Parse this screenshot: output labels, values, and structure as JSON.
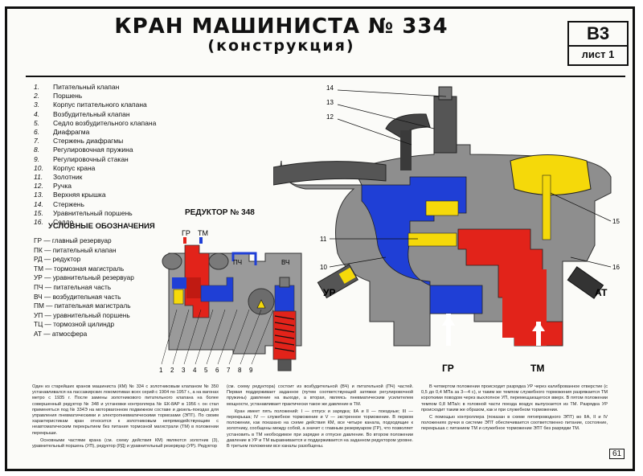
{
  "header": {
    "title": "КРАН МАШИНИСТА № 334",
    "subtitle": "(конструкция)",
    "code": "В3",
    "sheet": "лист 1"
  },
  "parts": [
    {
      "n": "1.",
      "label": "Питательный клапан"
    },
    {
      "n": "2.",
      "label": "Поршень"
    },
    {
      "n": "3.",
      "label": "Корпус питательного клапана"
    },
    {
      "n": "4.",
      "label": "Возбудительный клапан"
    },
    {
      "n": "5.",
      "label": "Седло возбудительного клапана"
    },
    {
      "n": "6.",
      "label": "Диафрагма"
    },
    {
      "n": "7.",
      "label": "Стержень диафрагмы"
    },
    {
      "n": "8.",
      "label": "Регулировочная пружина"
    },
    {
      "n": "9.",
      "label": "Регулировочный стакан"
    },
    {
      "n": "10.",
      "label": "Корпус крана"
    },
    {
      "n": "11.",
      "label": "Золотник"
    },
    {
      "n": "12.",
      "label": "Ручка"
    },
    {
      "n": "13.",
      "label": "Верхняя крышка"
    },
    {
      "n": "14.",
      "label": "Стержень"
    },
    {
      "n": "15.",
      "label": "Уравнительный поршень"
    },
    {
      "n": "16.",
      "label": "Седло"
    }
  ],
  "legend": {
    "title": "УСЛОВНЫЕ ОБОЗНАЧЕНИЯ",
    "items": [
      "ГР — главный резервуар",
      "ПК — питательный клапан",
      "РД — редуктор",
      "ТМ — тормозная магистраль",
      "УР — уравнительный резервуар",
      "ПЧ — питательная часть",
      "ВЧ — возбудительная часть",
      "ПМ — питательная магистраль",
      "УП — уравнительный поршень",
      "ТЦ — тормозной цилиндр",
      "АТ — атмосфера"
    ]
  },
  "reducer": {
    "title": "РЕДУКТОР № 348",
    "gr": "ГР",
    "tm": "ТМ",
    "pch": "ПЧ",
    "vch": "ВЧ",
    "callouts": [
      "1",
      "2",
      "3",
      "4",
      "5",
      "6",
      "7",
      "8",
      "9"
    ]
  },
  "main": {
    "callouts": [
      "14",
      "13",
      "12",
      "11",
      "10",
      "15",
      "16"
    ],
    "ur": "УР",
    "gr": "ГР",
    "tm": "ТМ",
    "at": "АТ"
  },
  "text": {
    "col1_p1": "Один из старейших кранов машиниста (КМ) № 334 с золотниковым клапаном № 350 устанавливался на пассажирских локомотивах всех серий с 1904 по 1957 г., а на вагонах метро с 1935 г. После замены золотникового питательного клапана на более совершенный редуктор № 348 и установки контроллера № ЕК-8АР в 1956 г. он стал применяться под № 334Э на моторвагонном подвижном составе и дизель-поездах для управления пневматическими и электропневматическими тормозами (ЭПТ). По своим характеристикам кран относится к золотниковым непрямодействующим с неавтоматическим перекрытием без питания тормозной магистрали (ТМ) в положении перекрыши.",
    "col1_p2": "Основными частями крана (см. схему действия КМ) являются золотник (3), уравнительный поршень (УП), редуктор (РД) и уравнительный резервуар (УР). Редуктор",
    "col2_p1": "(см. схему редуктора) состоит из возбудительной (ВЧ) и питательной (ПЧ) частей. Первая поддерживает заданное (путем соответствующей затяжки регулировочной пружины) давление на выходе, а вторая, являясь пневматическим усилителем мощности, устанавливает практически такое же давление в ТМ.",
    "col2_p2": "Кран имеет пять положений: I — отпуск и зарядка; IIА и II — поездные; III — перекрыша; IV — служебное торможение и V — экстренное торможение. В первом положении, как показано на схеме действия КМ, все четыре канала, подходящие к золотнику, сообщены между собой, а значит с главным резервуаром (ГР), что позволяет установить в ТМ необходимое при зарядке и отпуске давление. Во втором положении давление в УР и ТМ выравнивается и поддерживается на заданном редуктором уровне. В третьем положении все каналы разобщены.",
    "col3_p1": "В четвертом положении происходит разрядка УР через калиброванное отверстие (с 0,5 до 0,4 МПа за 3—4 с), и таким же темпом служебного торможения разряжается ТМ короткими поводом через выхлопное УП, перемещающегося вверх. В пятом положении темпом 0,8 МПа/с в головной части поезда воздух выпускается из ТМ. Разрядка УР происходит таким же образом, как и при служебном торможении.",
    "col3_p2": "С помощью контроллера (показан в схеме пятипроводного ЭПТ) во IIА, II и IV положениях ручки в системе ЭПТ обеспечивается соответственно питание, состояние, перекрыша с питанием ТМ и служебное торможение ЭПТ без разрядки ТМ.",
    "page_number": "61"
  },
  "colors": {
    "red": "#e2231a",
    "blue": "#1f3fd6",
    "yellow": "#f5d90a",
    "grey": "#8a8a8a",
    "dark": "#222222"
  }
}
